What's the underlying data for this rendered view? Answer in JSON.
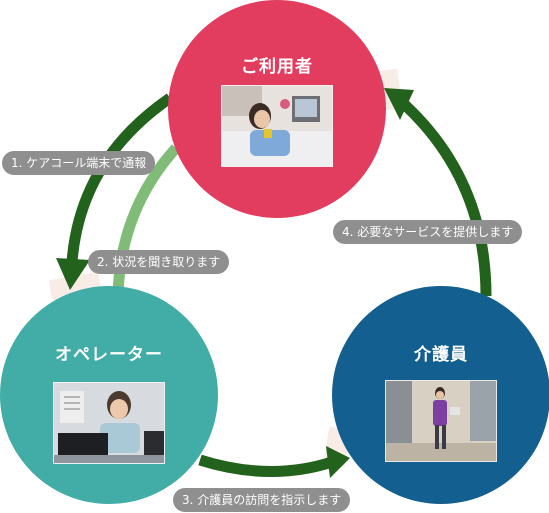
{
  "nodes": {
    "user": {
      "title": "ご利用者",
      "color": "#e23d5f"
    },
    "operator": {
      "title": "オペレーター",
      "color": "#41ada6"
    },
    "caregiver": {
      "title": "介護員",
      "color": "#135f8f"
    }
  },
  "steps": {
    "step1": "1. ケアコール端末で通報",
    "step2": "2. 状況を聞き取ります",
    "step3": "3. 介護員の訪問を指示します",
    "step4": "4. 必要なサービスを提供します"
  },
  "colors": {
    "arrow_dark": "#23621c",
    "arrow_light": "#80bb78",
    "label_bg": "#8f8f8f"
  }
}
